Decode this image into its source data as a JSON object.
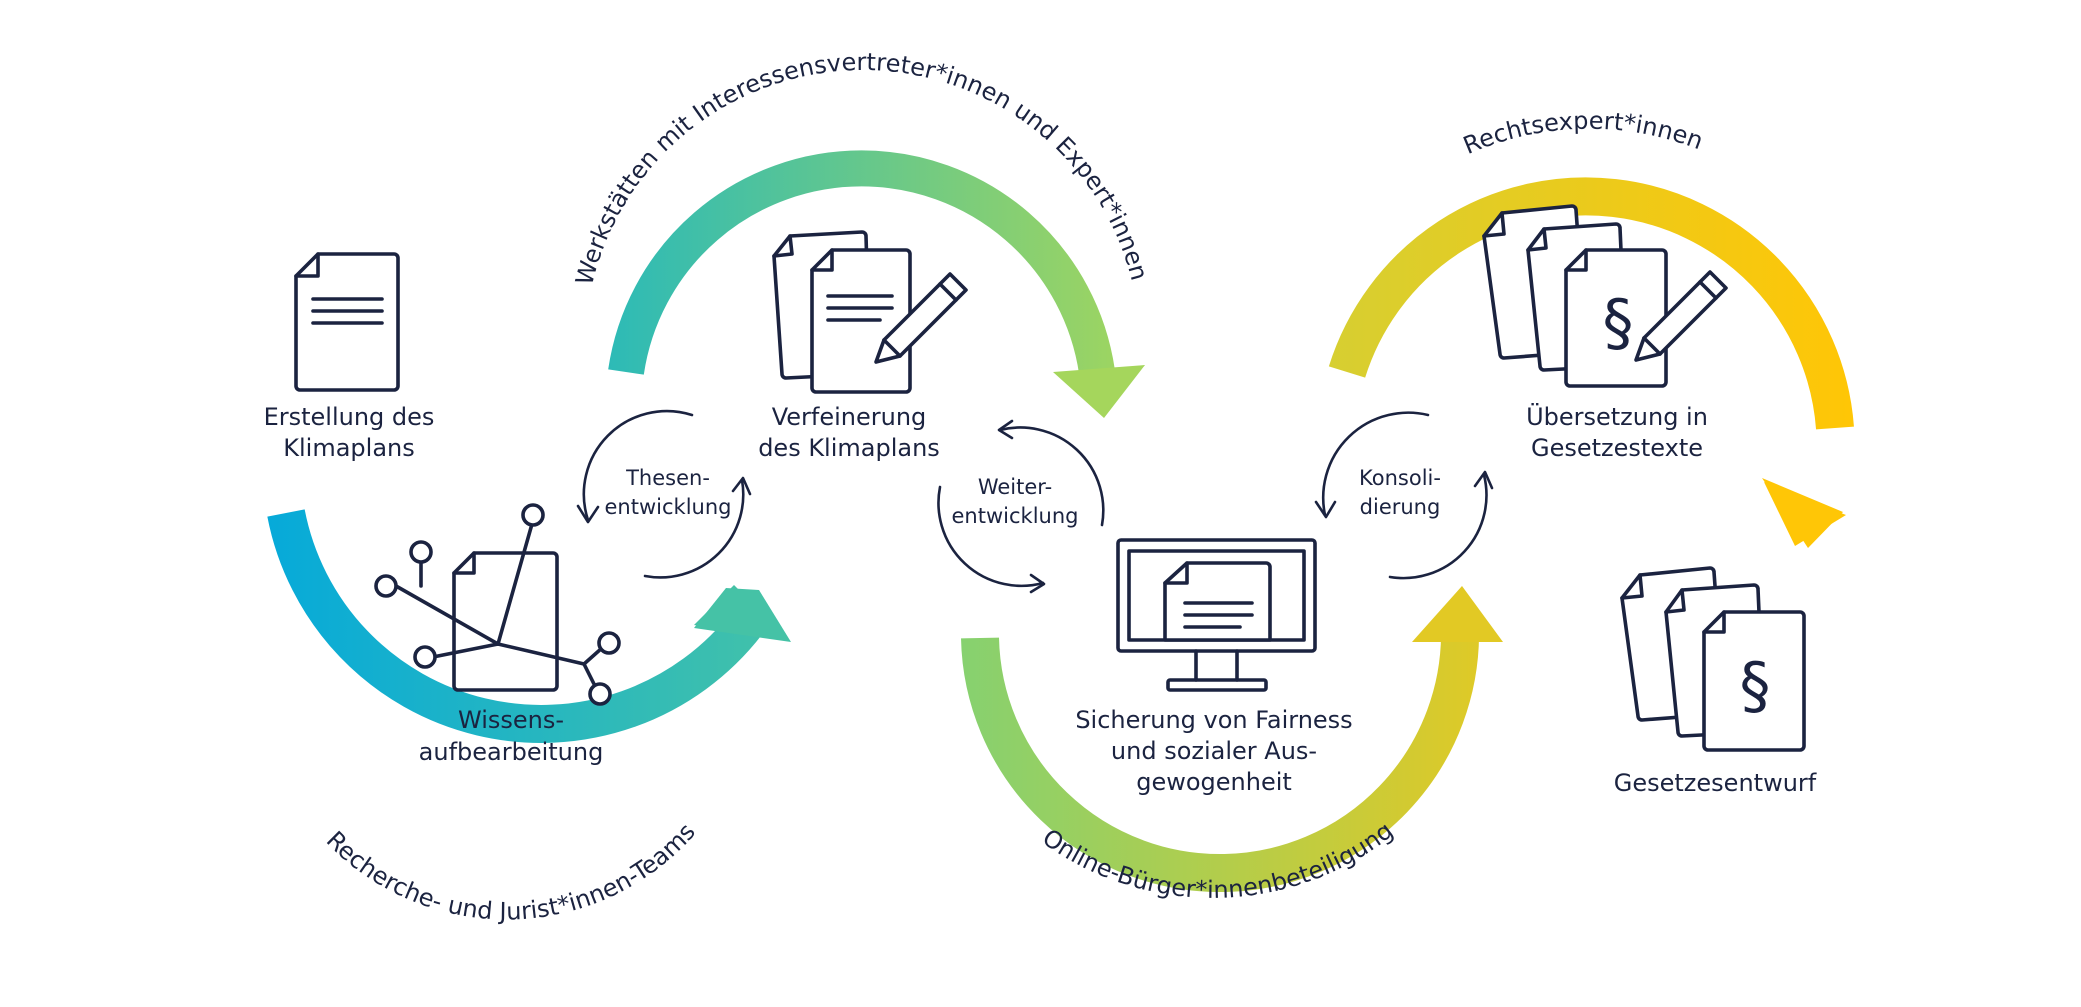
{
  "colors": {
    "ink": "#1b2340",
    "blue": "#0aaad8",
    "teal": "#3dbfae",
    "green": "#a6d65c",
    "olive": "#d6cf2e",
    "yellow": "#ffc808"
  },
  "nodes": {
    "erstellung": {
      "line1": "Erstellung des",
      "line2": "Klimaplans",
      "icon": "document-icon"
    },
    "wissen": {
      "line1": "Wissens-",
      "line2": "aufbearbeitung",
      "icon": "knowledge-network-icon"
    },
    "verfeinerung": {
      "line1": "Verfeinerung",
      "line2": "des Klimaplans",
      "icon": "documents-pencil-icon"
    },
    "sicherung": {
      "line1": "Sicherung von Fairness",
      "line2": "und sozialer Aus-",
      "line3": "gewogenheit",
      "icon": "monitor-document-icon"
    },
    "uebersetzung": {
      "line1": "Übersetzung in",
      "line2": "Gesetzestexte",
      "icon": "law-documents-pencil-icon"
    },
    "gesetz": {
      "line1": "Gesetzesentwurf",
      "icon": "law-documents-icon"
    }
  },
  "loops": {
    "thesen": {
      "line1": "Thesen-",
      "line2": "entwicklung"
    },
    "weiter": {
      "line1": "Weiter-",
      "line2": "entwicklung"
    },
    "konsoli": {
      "line1": "Konsoli-",
      "line2": "dierung"
    }
  },
  "arcs": {
    "recherche": "Recherche- und Jurist*innen-Teams",
    "werkstaetten": "Werkstätten mit Interessensvertreter*innen und Expert*innen",
    "online": "Online-Bürger*innenbeteiligung",
    "rechtsexpert": "Rechtsexpert*innen"
  }
}
